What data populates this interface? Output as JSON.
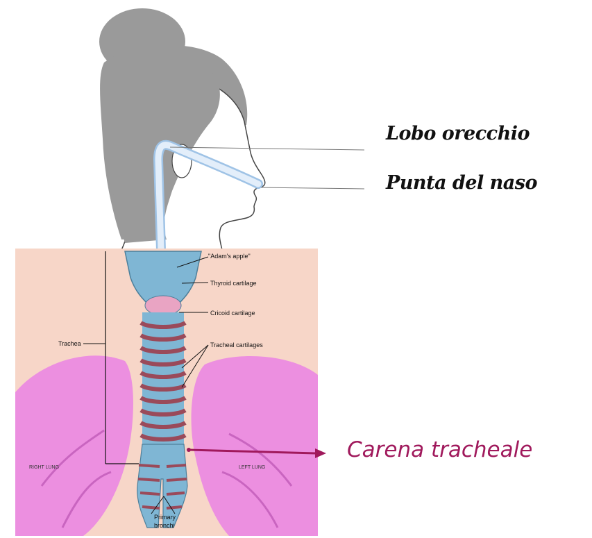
{
  "head_labels": {
    "ear": "Lobo orecchio",
    "nose": "Punta del naso"
  },
  "anatomy_labels": {
    "adams_apple": "\"Adam's apple\"",
    "thyroid": "Thyroid cartilage",
    "cricoid": "Cricoid cartilage",
    "trachea": "Trachea",
    "tracheal_cartilages": "Tracheal cartilages",
    "right_lung": "RIGHT LUNG",
    "left_lung": "LEFT LUNG",
    "primary_bronchi_1": "Primary",
    "primary_bronchi_2": "bronchi"
  },
  "callout": {
    "text": "Carena tracheale",
    "color": "#a0195c"
  },
  "colors": {
    "hair": "#9a9a9a",
    "face": "#ffffff",
    "tube": "#d8e6f4",
    "bg_panel": "#f7d6c8",
    "lung": "#ec8fe0",
    "trachea": "#7fb6d4",
    "ring": "#9a4a5a"
  }
}
